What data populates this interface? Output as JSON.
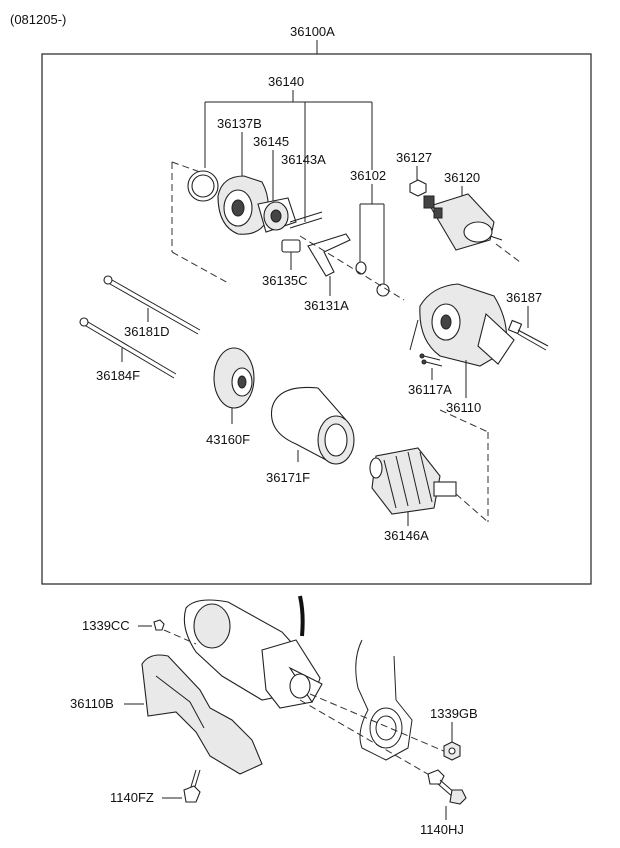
{
  "header": {
    "date_code": "(081205-)"
  },
  "assembly": {
    "main_part": "36100A"
  },
  "labels": {
    "p36140": "36140",
    "p36137B": "36137B",
    "p36145": "36145",
    "p36143A": "36143A",
    "p36102": "36102",
    "p36127": "36127",
    "p36120": "36120",
    "p36135C": "36135C",
    "p36131A": "36131A",
    "p36187": "36187",
    "p36181D": "36181D",
    "p36184F": "36184F",
    "p36117A": "36117A",
    "p36110": "36110",
    "p43160F": "43160F",
    "p36171F": "36171F",
    "p36146A": "36146A",
    "p1339CC": "1339CC",
    "p36110B": "36110B",
    "p1339GB": "1339GB",
    "p1140FZ": "1140FZ",
    "p1140HJ": "1140HJ"
  }
}
